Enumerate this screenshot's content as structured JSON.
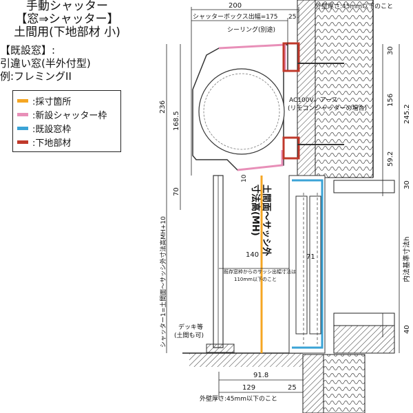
{
  "title_lines": [
    "手動シャッター",
    "【窓⇒シャッター】",
    "土間用(下地部材 小)"
  ],
  "existing_window": [
    "【既設窓】:",
    "引違い窓(半外付型)",
    "例:フレミングII"
  ],
  "legend": [
    {
      "label": ":採寸箇所",
      "color": "#f5a623"
    },
    {
      "label": ":新設シャッター枠",
      "color": "#e88fb8"
    },
    {
      "label": ":既設窓枠",
      "color": "#3aa3d6"
    },
    {
      "label": ":下地部材",
      "color": "#c0392b"
    }
  ],
  "dims_top": {
    "width_200": "200",
    "box_label": "シャッターボックス出幅=175",
    "d25_top": "25",
    "wall_top": "外壁厚さ:45mm以下のこと",
    "sealing": "シーリング(別途)"
  },
  "dims_left": {
    "h236": "236",
    "h168_5": "168.5",
    "h70": "70",
    "d10": "10",
    "vertical_label": "シャッター1=土間面～サッシ外寸法高MH+10"
  },
  "dims_right": {
    "r30a": "30",
    "r156": "156",
    "r245_2": "245.2",
    "r59_2": "59.2",
    "r30b": "30",
    "r40": "40",
    "inner_label": "内法基準寸法h"
  },
  "notes": {
    "power": "AC100V、アース",
    "remote": "(リモコンシャッターの場合)",
    "mh_line1": "土間面～サッシ外",
    "mh_line2": "寸法高(MH)",
    "sash_out_line1": "既存窓枠からのサッシ出幅寸法は",
    "sash_out_line2": "110mm以下のこと",
    "deck_line1": "デッキ等",
    "deck_line2": "(土間も可)"
  },
  "dims_mid": {
    "d140": "140",
    "d71": "71"
  },
  "dims_bottom": {
    "d91_8": "91.8",
    "d129": "129",
    "d25_bottom": "25",
    "wall_bottom": "外壁厚さ:45mm以下のこと"
  }
}
